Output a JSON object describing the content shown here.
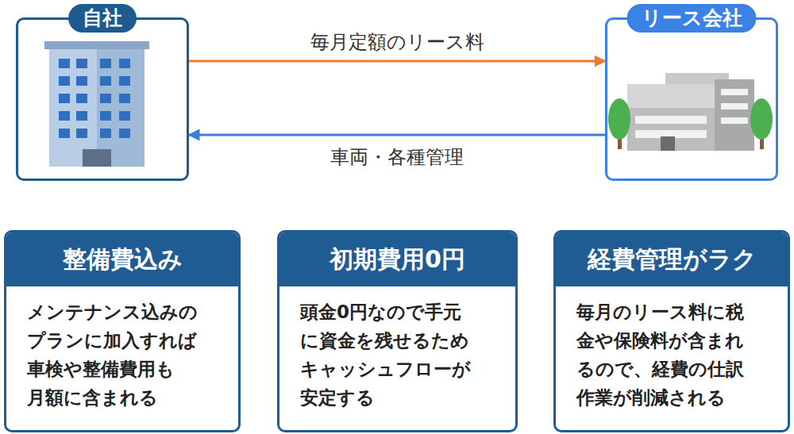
{
  "diagram": {
    "nodes": [
      {
        "text": [
          "自社"
        ]
      },
      {
        "text": [
          "リース会社"
        ]
      },
      {
        "text": [
          "整備費込み",
          "メンテナンス込みの プランに加入すれば 車検や整備費用も 月額に含まれる"
        ]
      },
      {
        "text": [
          "初期費用0円",
          "頭金0円なので手元 に資金を残せるため キャッシュフローが 安定する"
        ]
      },
      {
        "text": [
          "経費管理がラク",
          "毎月のリース料に税 金や保険料が含まれ るので、経費の仕訳 作業が削減される"
        ]
      }
    ],
    "edges": [
      {
        "from": 0,
        "to": 1,
        "label": "毎月定額のリース料",
        "arrow": "to"
      },
      {
        "from": 1,
        "to": 0,
        "label": "車両・各種管理",
        "arrow": "to"
      }
    ]
  }
}
